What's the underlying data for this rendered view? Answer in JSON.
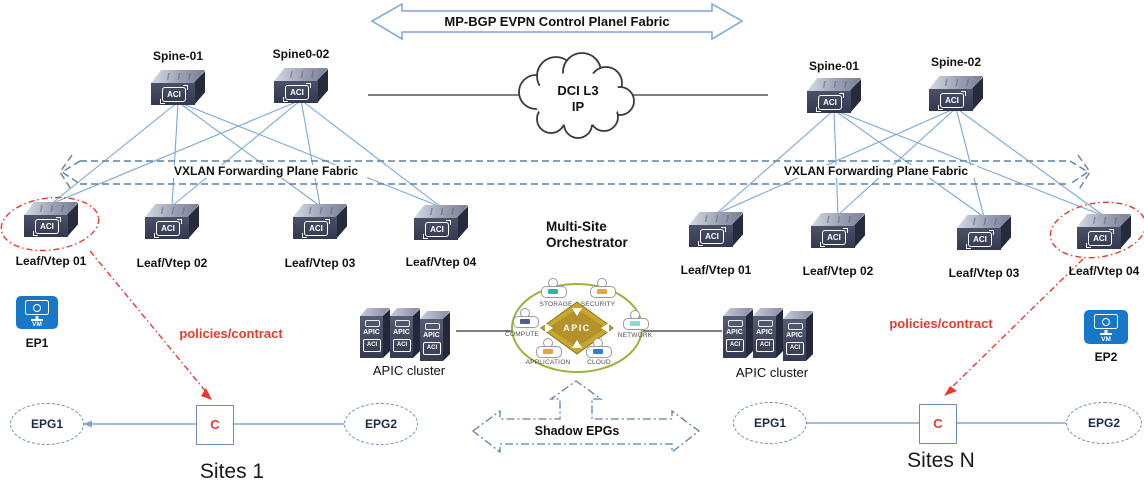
{
  "top_arrow_label": "MP-BGP EVPN Control Planel Fabric",
  "cloud": {
    "line1": "DCI L3",
    "line2": "IP"
  },
  "orchestrator": {
    "title_line1": "Multi-Site",
    "title_line2": "Orchestrator",
    "core_label": "APIC",
    "roles": {
      "storage": "STORAGE",
      "security": "SECURITY",
      "compute": "COMPUTE",
      "network": "NETWORK",
      "application": "APPLICATION",
      "cloud": "CLOUD"
    }
  },
  "icons": {
    "aci_badge": "ACI",
    "apic_badge": "APIC",
    "vm_badge": "VM"
  },
  "shadow_epgs_label": "Shadow EPGs",
  "site1": {
    "name": "Sites 1",
    "vxlan_label": "VXLAN Forwarding Plane Fabric",
    "spine1": "Spine-01",
    "spine2": "Spine0-02",
    "leaf1": "Leaf/Vtep 01",
    "leaf2": "Leaf/Vtep 02",
    "leaf3": "Leaf/Vtep 03",
    "leaf4": "Leaf/Vtep 04",
    "apic_cluster_label": "APIC cluster",
    "policies_label": "policies/contract",
    "ep_label": "EP1",
    "epg1": "EPG1",
    "epg2": "EPG2",
    "contract": "C"
  },
  "siteN": {
    "name": "Sites N",
    "vxlan_label": "VXLAN Forwarding Plane Fabric",
    "spine1": "Spine-01",
    "spine2": "Spine-02",
    "leaf1": "Leaf/Vtep 01",
    "leaf2": "Leaf/Vtep 02",
    "leaf3": "Leaf/Vtep 03",
    "leaf4": "Leaf/Vtep 04",
    "apic_cluster_label": "APIC cluster",
    "policies_label": "policies/contract",
    "ep_label": "EP2",
    "epg1": "EPG1",
    "epg2": "EPG2",
    "contract": "C"
  },
  "colors": {
    "line_blue": "#7ba7d7",
    "dashed_steel": "#5b82a6",
    "alert_red": "#e8392e",
    "switch_navy": "#3a4053",
    "ep_blue": "#1878c8",
    "apic_gold": "#c9a72f",
    "orchestrator_green": "#96b43e",
    "role_chips": {
      "storage": "#27b8a5",
      "security": "#e2a93b",
      "compute": "#4f5e8f",
      "network": "#8fd8cf",
      "application": "#e7a33c",
      "cloud": "#2f7fd6"
    }
  }
}
